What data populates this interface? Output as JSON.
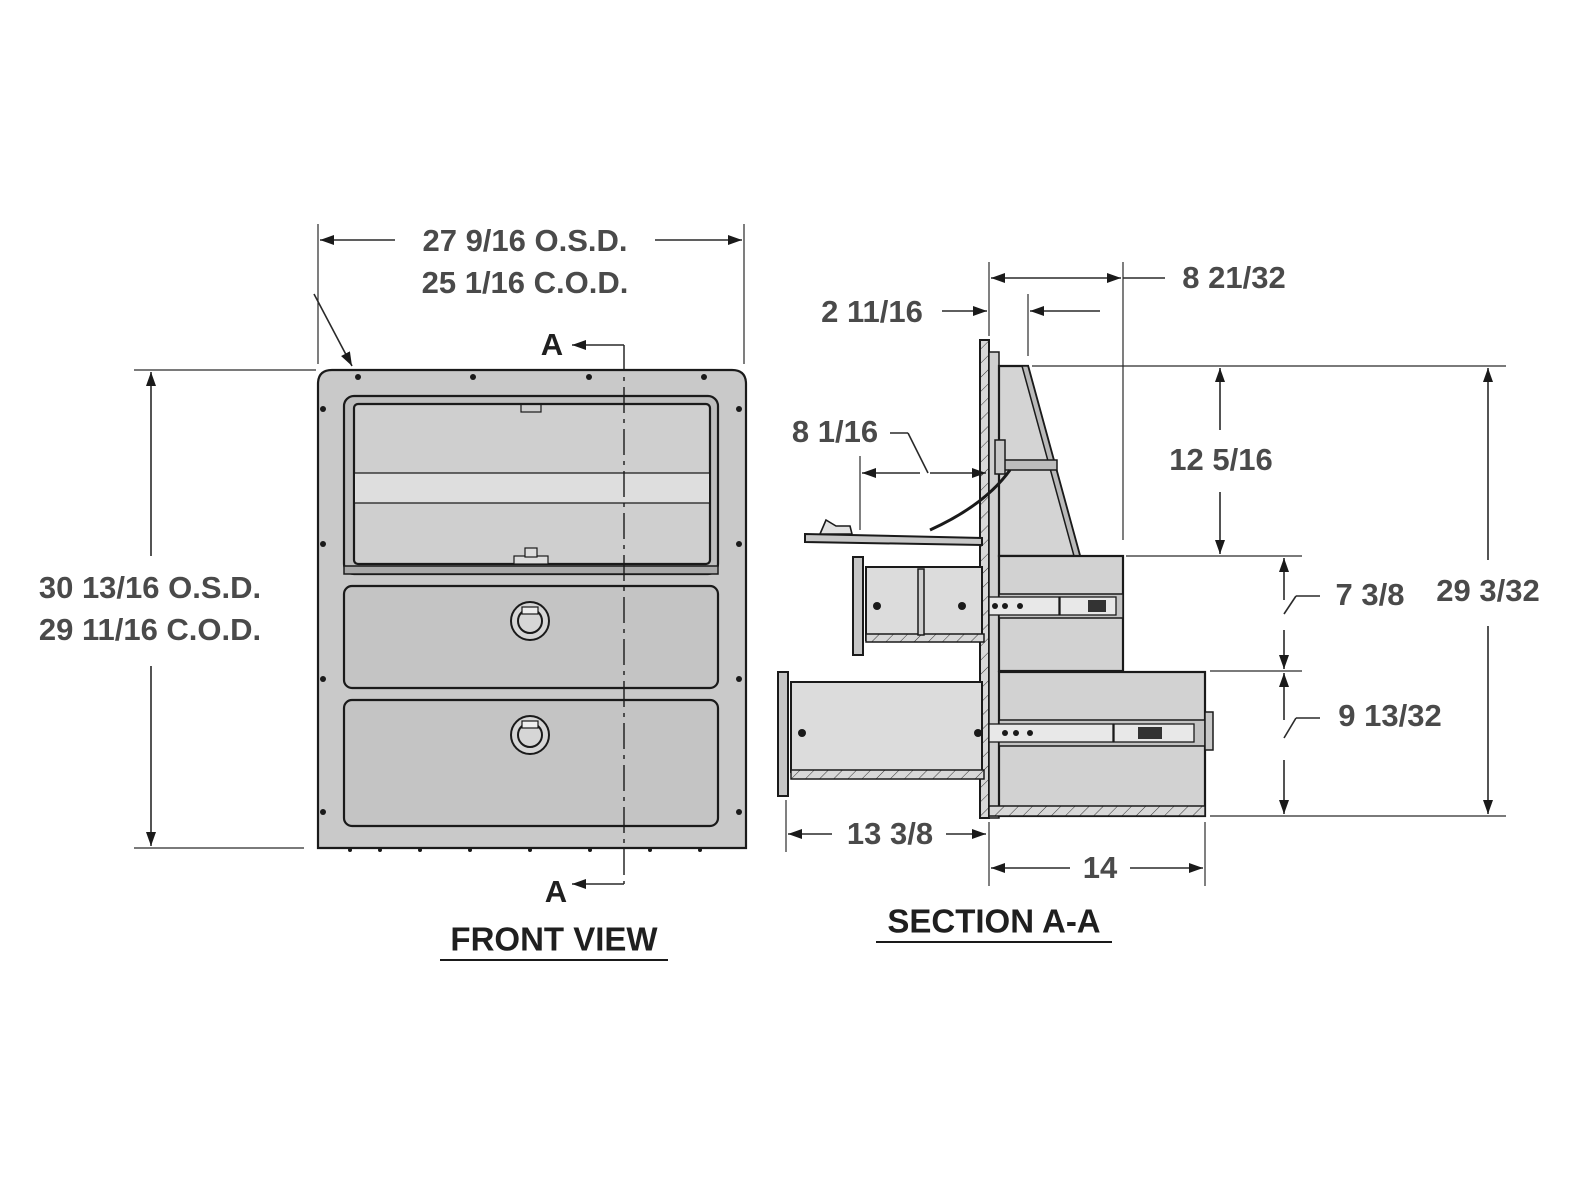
{
  "views": {
    "front": {
      "title": "FRONT VIEW",
      "section_marker_top": "A",
      "section_marker_bottom": "A"
    },
    "section": {
      "title": "SECTION A-A"
    }
  },
  "dimensions": {
    "overall_width_osd": "27 9/16 O.S.D.",
    "overall_width_cod": "25 1/16 C.O.D.",
    "overall_height_osd": "30 13/16 O.S.D.",
    "overall_height_cod": "29 11/16 C.O.D.",
    "top_depth": "8 21/32",
    "flange_offset": "2 11/16",
    "door_open_reach": "8 1/16",
    "upper_compartment_height": "12 5/16",
    "middle_drawer_height": "7 3/8",
    "total_depth_height": "29 3/32",
    "lower_drawer_height": "9 13/32",
    "drawer_extension": "13 3/8",
    "body_depth": "14"
  },
  "colors": {
    "panel_fill": "#c9c9c9",
    "panel_light": "#dcdcdc",
    "line": "#1a1a1a",
    "dimension_text": "#4a4a4a"
  },
  "icons": [
    "arrowhead-icon",
    "t-handle-icon",
    "latch-icon",
    "slide-rail-icon",
    "rivet-icon"
  ]
}
